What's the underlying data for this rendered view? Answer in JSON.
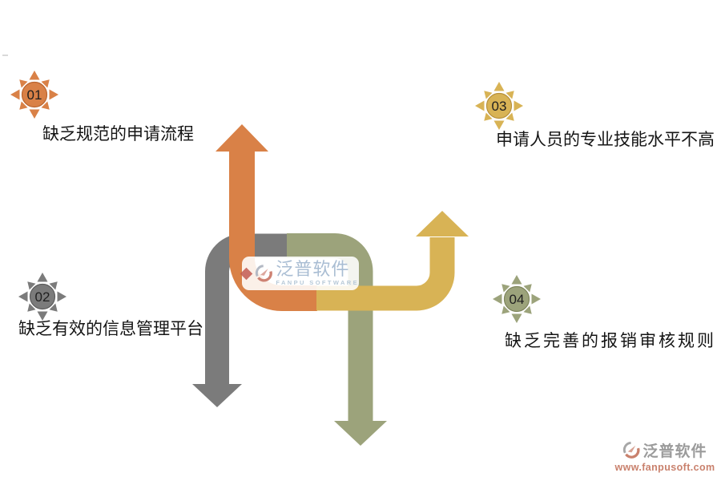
{
  "page": {
    "background": "#ffffff"
  },
  "problems": [
    {
      "number": "01",
      "label": "缺乏规范的申请流程",
      "color": "#D98147",
      "ring": "#BA6530"
    },
    {
      "number": "02",
      "label": "缺乏有效的信息管理平台",
      "color": "#7B7B7B",
      "ring": "#5E5E5E"
    },
    {
      "number": "03",
      "label": "申请人员的专业技能水平不高",
      "color": "#D8B355",
      "ring": "#B7913C"
    },
    {
      "number": "04",
      "label": "缺乏完善的报销审核规则",
      "color": "#9CA37B",
      "ring": "#7F865C"
    }
  ],
  "center_watermark": {
    "brand": "泛普软件",
    "caption": "FANPU SOFTWARE",
    "brand_color": "#A9BDD3"
  },
  "corner_watermark": {
    "brand": "泛普软件",
    "url": "www.fanpusoft.com",
    "brand_color": "#9B9B9B",
    "url_color": "#C9816D"
  }
}
